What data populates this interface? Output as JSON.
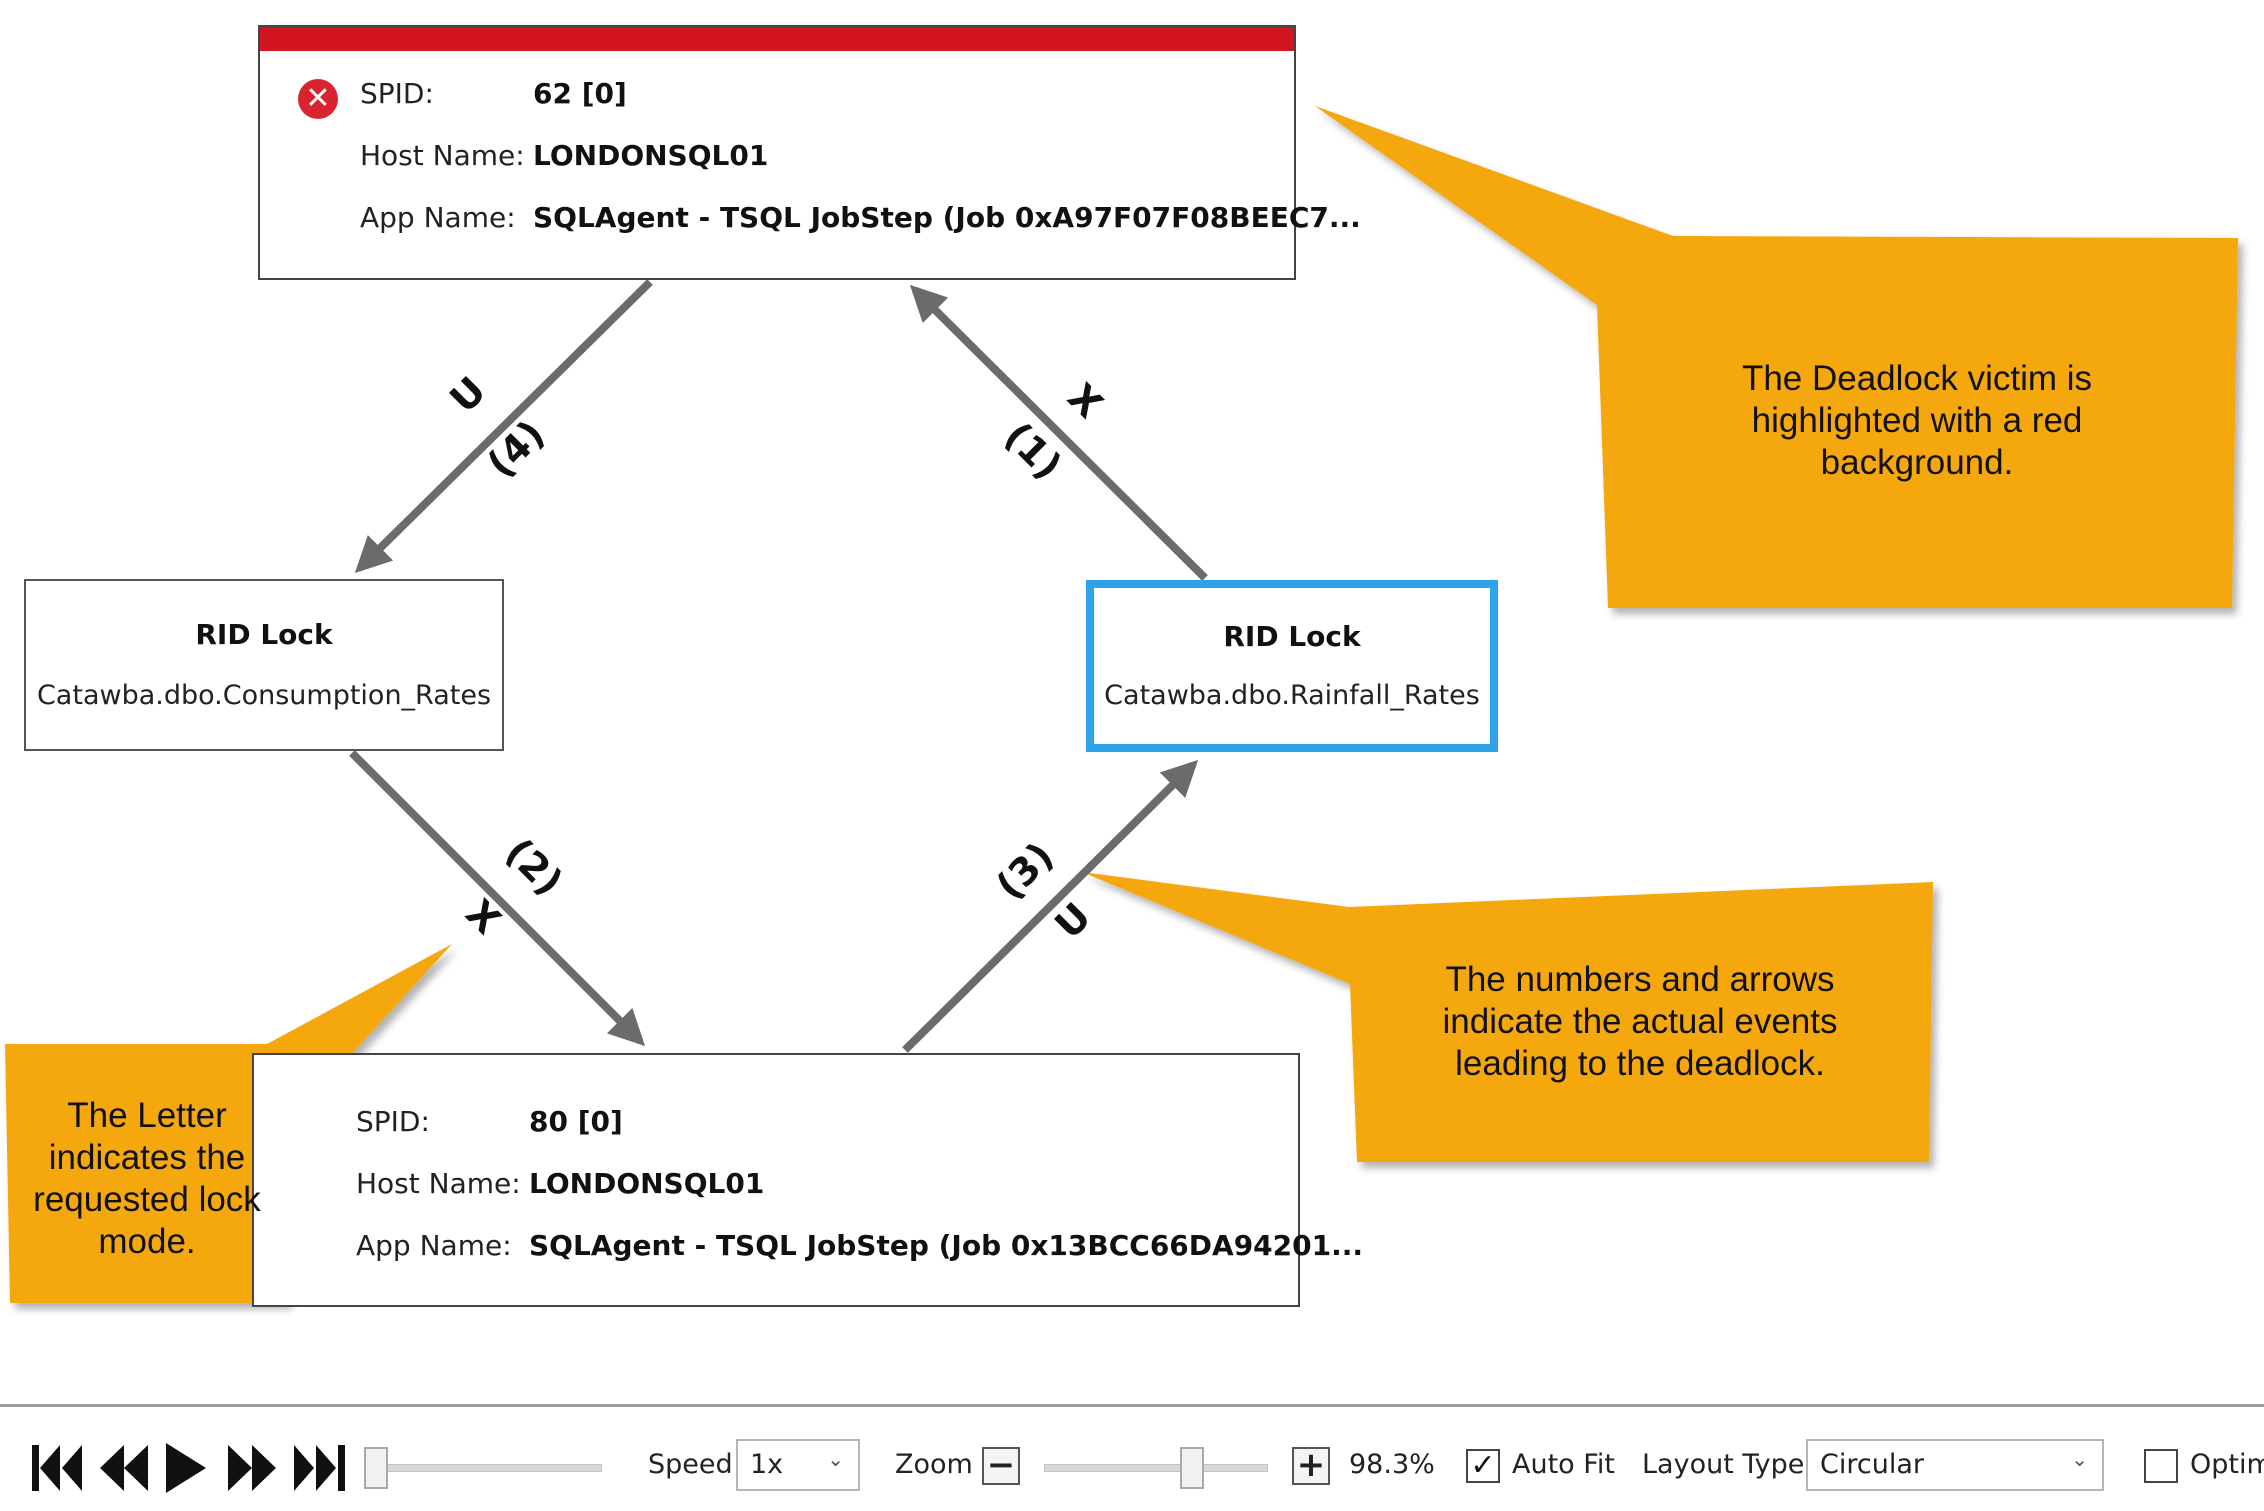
{
  "graph": {
    "victim_process": {
      "spid_label": "SPID:",
      "spid": "62 [0]",
      "host_label": "Host Name:",
      "host": "LONDONSQL01",
      "app_label": "App Name:",
      "app": "SQLAgent - TSQL JobStep (Job 0xA97F07F08BEEC7..."
    },
    "process_2": {
      "spid_label": "SPID:",
      "spid": "80 [0]",
      "host_label": "Host Name:",
      "host": "LONDONSQL01",
      "app_label": "App Name:",
      "app": "SQLAgent - TSQL JobStep (Job 0x13BCC66DA94201..."
    },
    "resource_left": {
      "title": "RID Lock",
      "object": "Catawba.dbo.Consumption_Rates"
    },
    "resource_right": {
      "title": "RID Lock",
      "object": "Catawba.dbo.Rainfall_Rates"
    },
    "edges": [
      {
        "mode": "U",
        "order": "(4)"
      },
      {
        "mode": "X",
        "order": "(1)"
      },
      {
        "mode": "X",
        "order": "(2)"
      },
      {
        "mode": "U",
        "order": "(3)"
      }
    ]
  },
  "callouts": {
    "victim": "The Deadlock victim is highlighted with a red background.",
    "numbers": "The numbers and arrows indicate the actual events leading to the deadlock.",
    "letter": "The Letter indicates the requested lock mode."
  },
  "toolbar": {
    "speed_label": "Speed",
    "speed_value": "1x",
    "zoom_label": "Zoom",
    "zoom_value": "98.3%",
    "auto_fit_label": "Auto Fit",
    "auto_fit_checked": true,
    "layout_type_label": "Layout Type",
    "layout_type_value": "Circular",
    "optim_label": "Optim",
    "optim_checked": false,
    "zoom_minus": "−",
    "zoom_plus": "+",
    "check_mark": "✓",
    "chevron": "⌄"
  },
  "colors": {
    "callout_fill": "#f5a80d",
    "victim_red": "#d2141e",
    "selected_blue": "#2ea3e8",
    "edge_gray": "#6b6b6b"
  },
  "icons": [
    "error-x-icon",
    "skip-to-start-icon",
    "step-back-icon",
    "play-icon",
    "step-forward-icon",
    "skip-to-end-icon",
    "chevron-down-icon",
    "minus-icon",
    "plus-icon",
    "check-icon"
  ]
}
